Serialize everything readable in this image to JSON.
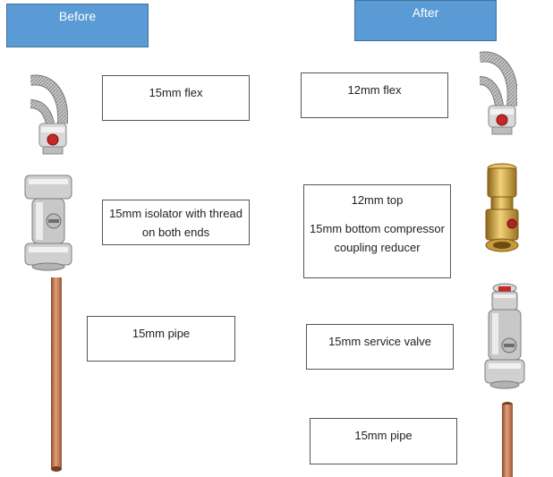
{
  "before": {
    "title": "Before",
    "labels": {
      "flex": "15mm flex",
      "isolator": "15mm isolator with thread on both ends",
      "pipe": "15mm pipe"
    }
  },
  "after": {
    "title": "After",
    "labels": {
      "flex": "12mm flex",
      "coupling_top": "12mm top",
      "coupling_bottom": "15mm bottom compressor coupling reducer",
      "valve": "15mm service valve",
      "pipe": "15mm pipe"
    }
  },
  "colors": {
    "header_fill": "#5b9bd5",
    "header_text": "#ffffff",
    "copper": "#c47a4e",
    "brass": "#c9a23a",
    "chrome": "#c8c8c8"
  }
}
